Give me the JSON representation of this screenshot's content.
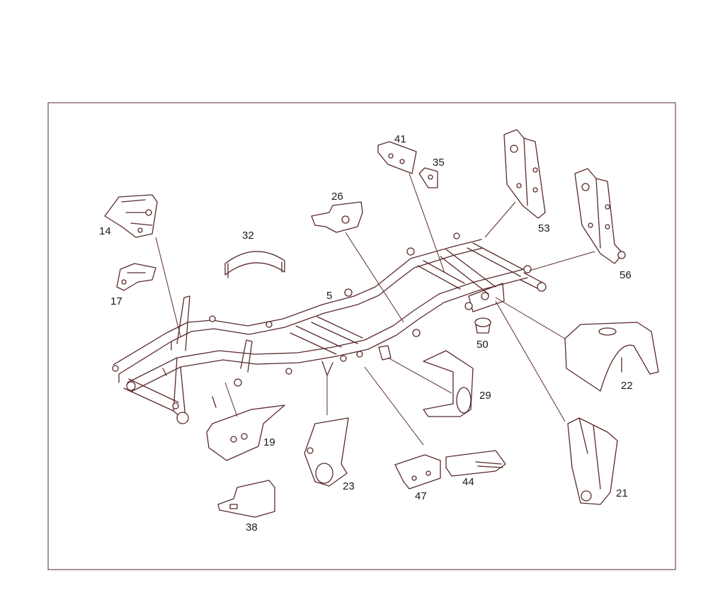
{
  "parts": [
    {
      "id": "p14",
      "number": "14"
    },
    {
      "id": "p17",
      "number": "17"
    },
    {
      "id": "p32",
      "number": "32"
    },
    {
      "id": "p26",
      "number": "26"
    },
    {
      "id": "p41",
      "number": "41"
    },
    {
      "id": "p35",
      "number": "35"
    },
    {
      "id": "p53",
      "number": "53"
    },
    {
      "id": "p56",
      "number": "56"
    },
    {
      "id": "p5",
      "number": "5"
    },
    {
      "id": "p50",
      "number": "50"
    },
    {
      "id": "p22",
      "number": "22"
    },
    {
      "id": "p29",
      "number": "29"
    },
    {
      "id": "p19",
      "number": "19"
    },
    {
      "id": "p23",
      "number": "23"
    },
    {
      "id": "p47",
      "number": "47"
    },
    {
      "id": "p44",
      "number": "44"
    },
    {
      "id": "p21",
      "number": "21"
    },
    {
      "id": "p38",
      "number": "38"
    }
  ]
}
